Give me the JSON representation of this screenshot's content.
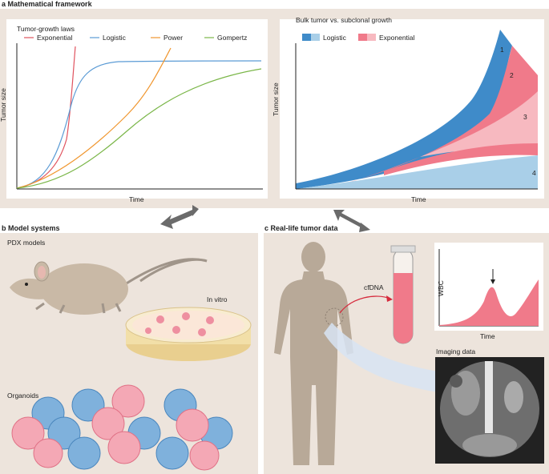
{
  "panel_a": {
    "letter": "a",
    "title": "Mathematical framework",
    "left_chart": {
      "title": "Tumor-growth laws",
      "xlabel": "Time",
      "ylabel": "Tumor size",
      "legend": [
        {
          "label": "Exponential",
          "color": "#e0525e"
        },
        {
          "label": "Logistic",
          "color": "#5b9bd5"
        },
        {
          "label": "Power",
          "color": "#f0962e"
        },
        {
          "label": "Gompertz",
          "color": "#7ab648"
        }
      ]
    },
    "right_chart": {
      "title": "Bulk tumor vs. subclonal growth",
      "xlabel": "Time",
      "ylabel": "Tumor size",
      "legend": [
        {
          "label": "Logistic",
          "colors": [
            "#3f8bc9",
            "#a9cfe8"
          ]
        },
        {
          "label": "Exponential",
          "colors": [
            "#f07a8a",
            "#f7b9c0"
          ]
        }
      ],
      "clone_labels": [
        "1",
        "2",
        "3",
        "4"
      ]
    }
  },
  "panel_b": {
    "letter": "b",
    "title": "Model systems",
    "pdx_label": "PDX models",
    "invitro_label": "In vitro",
    "organoids_label": "Organoids"
  },
  "panel_c": {
    "letter": "c",
    "title": "Real-life tumor data",
    "cfdna_label": "cfDNA",
    "wbc_chart": {
      "ylabel": "WBC",
      "xlabel": "Time"
    },
    "imaging_label": "Imaging data"
  },
  "colors": {
    "panel_bg": "#ede4dc",
    "arrow": "#6b6b6b",
    "pink": "#f07a8a",
    "blue": "#3f8bc9"
  }
}
